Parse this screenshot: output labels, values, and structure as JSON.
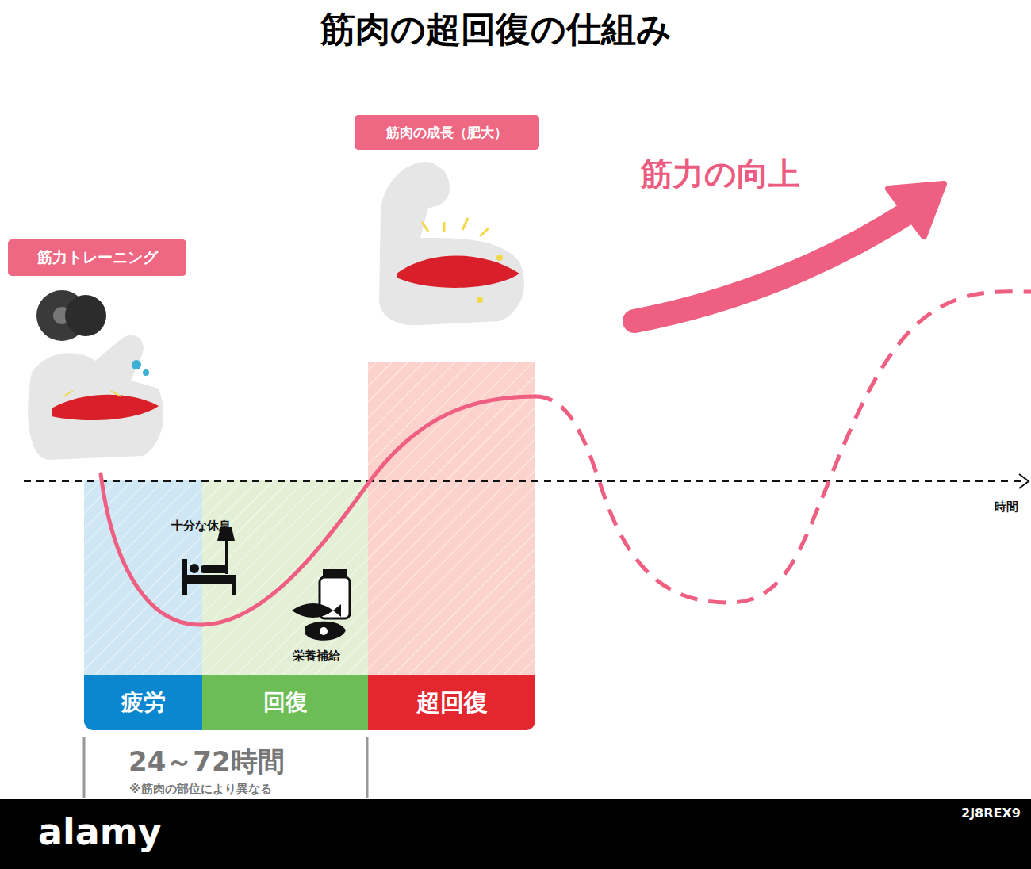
{
  "diagram": {
    "title": "筋肉の超回復の仕組み",
    "nodes": [
      {
        "text": [
          "筋力トレーニング"
        ]
      },
      {
        "text": [
          "筋肉の成長（肥大）"
        ]
      },
      {
        "text": [
          "疲労"
        ]
      },
      {
        "text": [
          "回復"
        ]
      },
      {
        "text": [
          "超回復"
        ]
      }
    ],
    "labels": [
      "筋力の向上",
      "十分な休息",
      "栄養補給",
      "時間",
      "24～72時間",
      "※筋肉の部位により異なる",
      "alamy",
      "2J8REX9"
    ]
  }
}
